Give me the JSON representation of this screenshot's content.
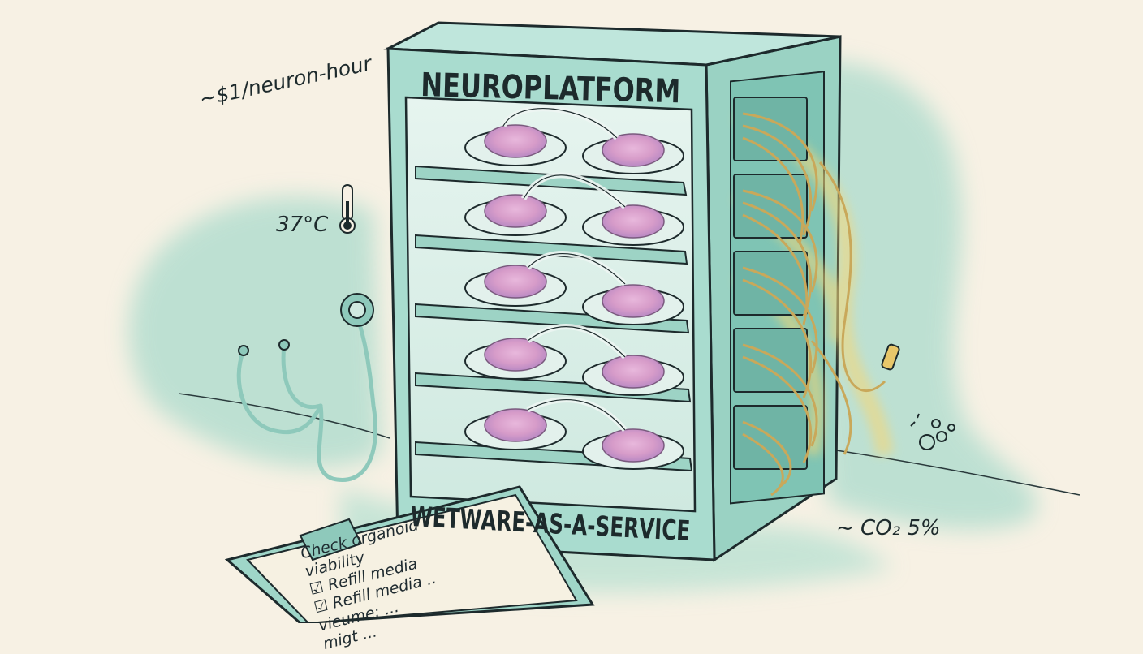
{
  "device": {
    "brand_label": "NEUROPLATFORM",
    "tagline": "WETWARE-AS-A-SERVICE"
  },
  "annotations": {
    "price": "~$1/neuron-hour",
    "temperature": "37°C",
    "co2": "~ CO₂ 5%"
  },
  "clipboard": {
    "lines": [
      "Check organoid",
      "viability",
      "☑ Refill media",
      "☑ Refill media ..",
      "vieume: ...",
      "migt ..."
    ]
  },
  "icons": [
    "thermometer-icon",
    "stethoscope-icon",
    "bubbles-icon",
    "clipboard-icon",
    "brain-organoid-icon",
    "cable-bundle-icon"
  ],
  "colors": {
    "paper": "#f7f1e4",
    "cabinet": "#a9dccf",
    "cabinet_dark": "#7fc4b4",
    "wash": "#8fd3c4",
    "organoid": "#d8a4cf",
    "cable": "#e9c35b",
    "ink": "#1d2a2c"
  }
}
